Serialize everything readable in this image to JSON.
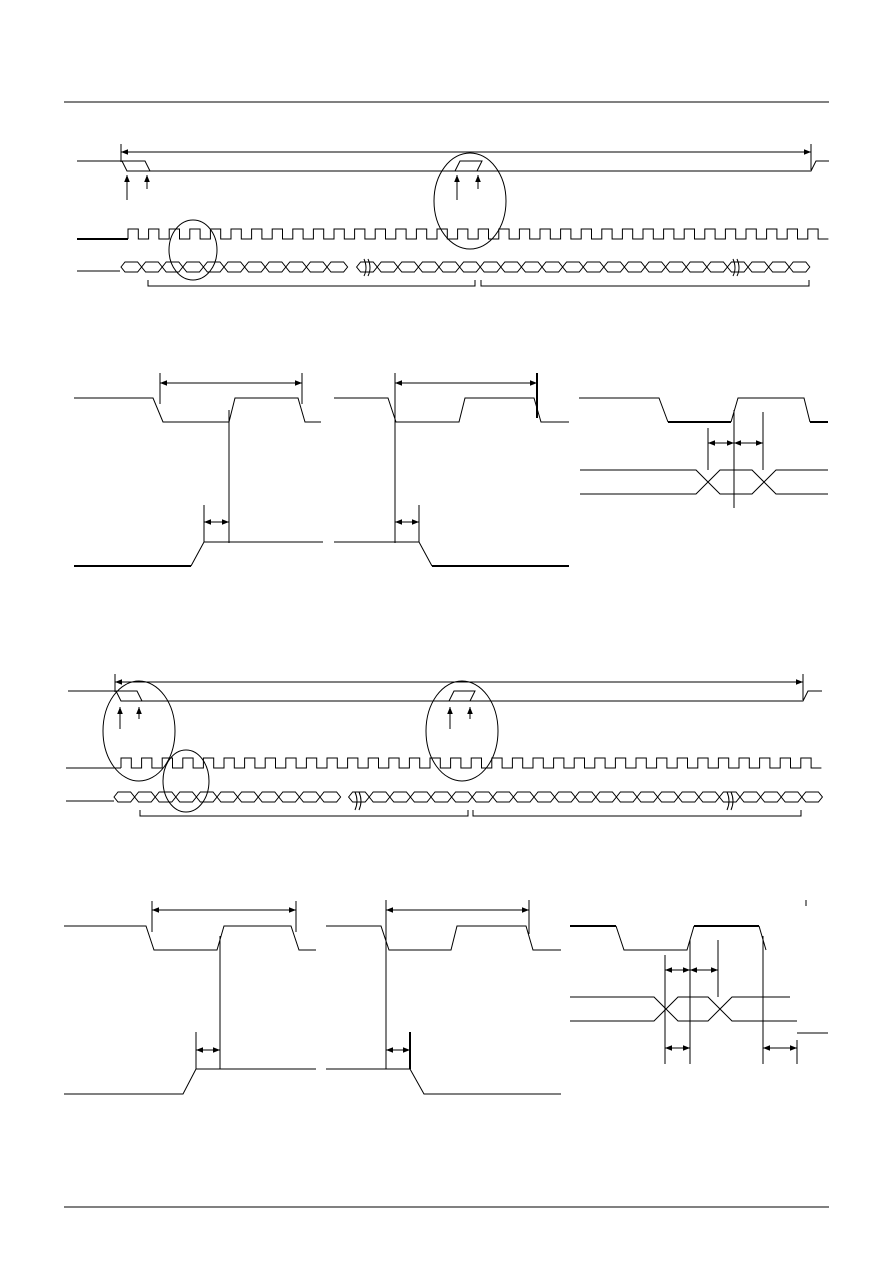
{
  "document": {
    "text": []
  },
  "diagram": {
    "top_frame": {
      "clock_pulses": 34,
      "data_cells": 33,
      "break_after_cell": 11
    },
    "bottom_frame": {
      "clock_pulses": 34,
      "data_cells": 34,
      "break_after_cell": 11
    }
  }
}
